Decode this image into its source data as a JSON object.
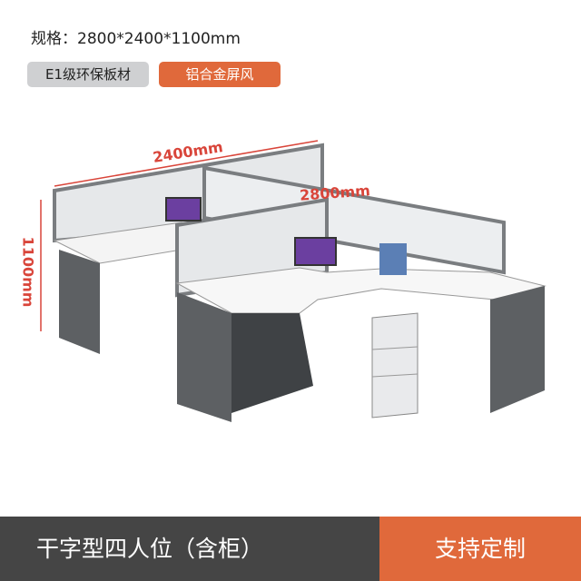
{
  "spec": "规格：2800*2400*1100mm",
  "tags": [
    "E1级环保板材",
    "铝合金屏风"
  ],
  "dimensions": {
    "width": "2400mm",
    "depth": "2800mm",
    "height": "1100mm"
  },
  "footer": {
    "title": "干字型四人位（含柜）",
    "action": "支持定制"
  },
  "colors": {
    "accent": "#e0693b",
    "dark": "#454545",
    "dimension": "#d9453a"
  }
}
